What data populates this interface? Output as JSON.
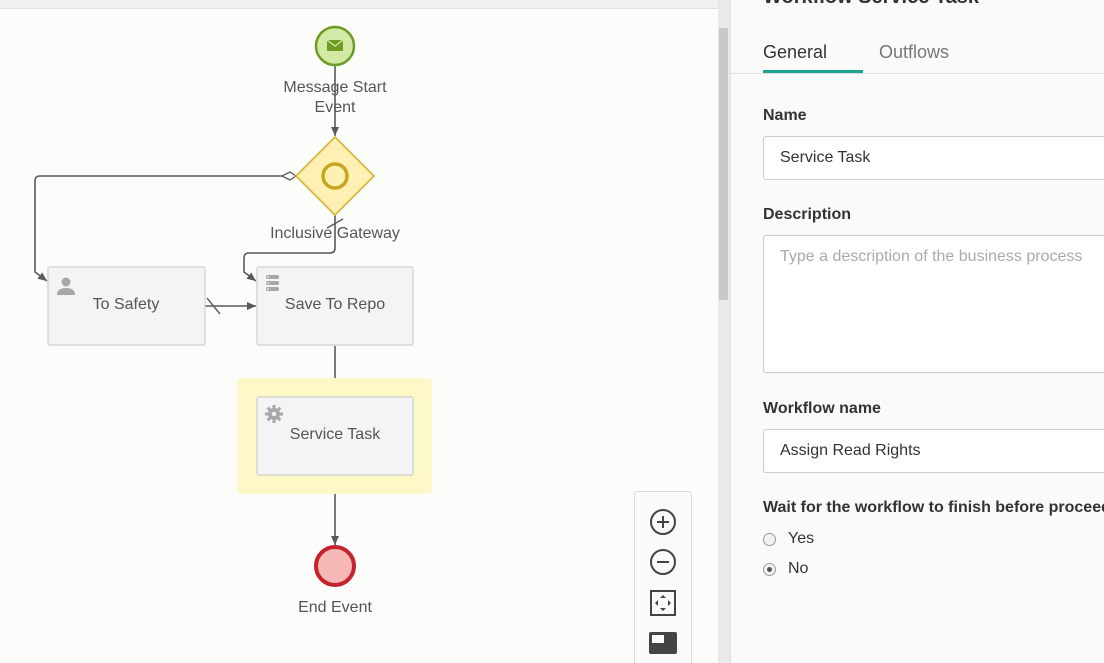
{
  "diagram": {
    "start_event_label_line1": "Message Start",
    "start_event_label_line2": "Event",
    "gateway_label": "Inclusive Gateway",
    "task_to_safety": "To Safety",
    "task_save_to_repo": "Save To Repo",
    "task_service": "Service Task",
    "end_event_label": "End Event",
    "colors": {
      "start_fill": "#d3e9a6",
      "start_stroke": "#6d9b24",
      "gateway_fill": "#fdf0b2",
      "gateway_stroke": "#d8b845",
      "end_fill": "#f7b8b8",
      "end_stroke": "#c4232e",
      "selected_highlight": "#fdf8c8"
    }
  },
  "zoom_controls": {
    "zoom_in_icon": "plus-circle-icon",
    "zoom_out_icon": "minus-circle-icon",
    "fit_icon": "fit-to-screen-icon",
    "minimap_icon": "minimap-icon"
  },
  "panel": {
    "title": "Workflow Service Task",
    "tabs": [
      "General",
      "Outflows"
    ],
    "name_label": "Name",
    "name_value": "Service Task",
    "description_label": "Description",
    "description_placeholder": "Type a description of the business process",
    "workflow_name_label": "Workflow name",
    "workflow_name_value": "Assign Read Rights",
    "wait_label": "Wait for the workflow to finish before proceeding",
    "radio_yes": "Yes",
    "radio_no": "No",
    "selected_option": "No",
    "accent_color": "#1aa38f"
  }
}
